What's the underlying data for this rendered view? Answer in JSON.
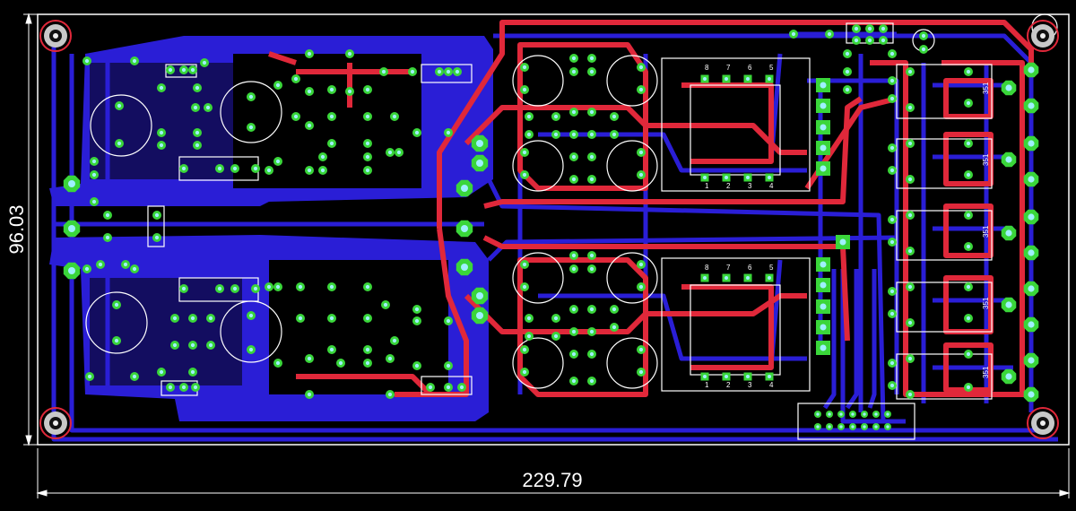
{
  "colors": {
    "background": "#000000",
    "bottom_copper": "#2a1ed6",
    "top_copper": "#e0283a",
    "pad": "#3ad63a",
    "drill": "#9ff0ff",
    "silkscreen": "#ffffff",
    "mount_hole": "#c8c8c8"
  },
  "dimensions": {
    "width_label": "229.79",
    "height_label": "96.03"
  },
  "transformers": [
    {
      "pin_labels_top": [
        "8",
        "7",
        "6",
        "5"
      ],
      "pin_labels_bottom": [
        "1",
        "2",
        "3",
        "4"
      ]
    },
    {
      "pin_labels_top": [
        "8",
        "7",
        "6",
        "5"
      ],
      "pin_labels_bottom": [
        "1",
        "2",
        "3",
        "4"
      ]
    }
  ],
  "relay_labels": [
    "351",
    "351",
    "351",
    "351",
    "351"
  ]
}
